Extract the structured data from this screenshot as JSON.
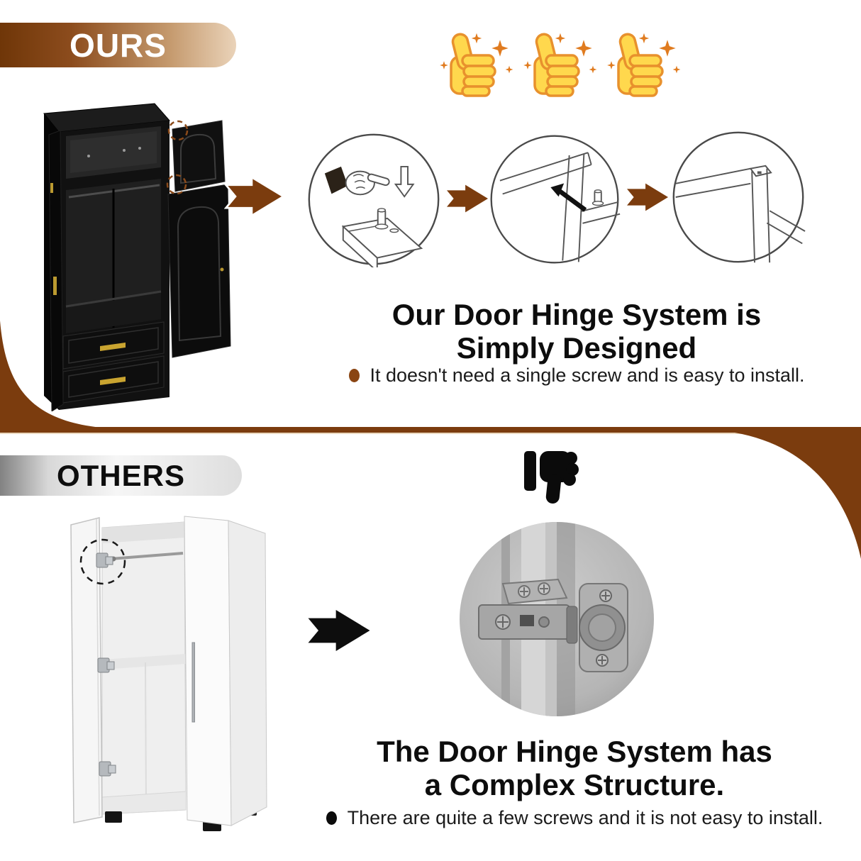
{
  "ours_section": {
    "banner_label": "OURS",
    "rating_icons": [
      "thumbs-up",
      "thumbs-up",
      "thumbs-up"
    ],
    "heading_line1": "Our Door Hinge System is",
    "heading_line2": "Simply Designed",
    "bullet_text": "It doesn't need a single screw and is easy to install.",
    "steps": [
      "press-pin-by-hand",
      "insert-door-into-frame",
      "assembled-door-corner"
    ]
  },
  "others_section": {
    "banner_label": "OTHERS",
    "rating_icon": "thumbs-down",
    "heading_line1": "The Door Hinge System has",
    "heading_line2": "a Complex Structure.",
    "bullet_text": "There are quite a few screws and it is not easy to install."
  },
  "colors": {
    "accent_brown": "#7b3c0e",
    "banner_brown_dark": "#6f3608",
    "banner_brown_light": "#ead3b9",
    "others_banner_gray": "#d8d8d8",
    "thumb_yellow": "#ffd84d",
    "thumb_outline_orange": "#e8912d",
    "sparkle_orange": "#e07b1f",
    "text_black": "#0d0d0d",
    "bullet_brown": "#8a4513"
  }
}
